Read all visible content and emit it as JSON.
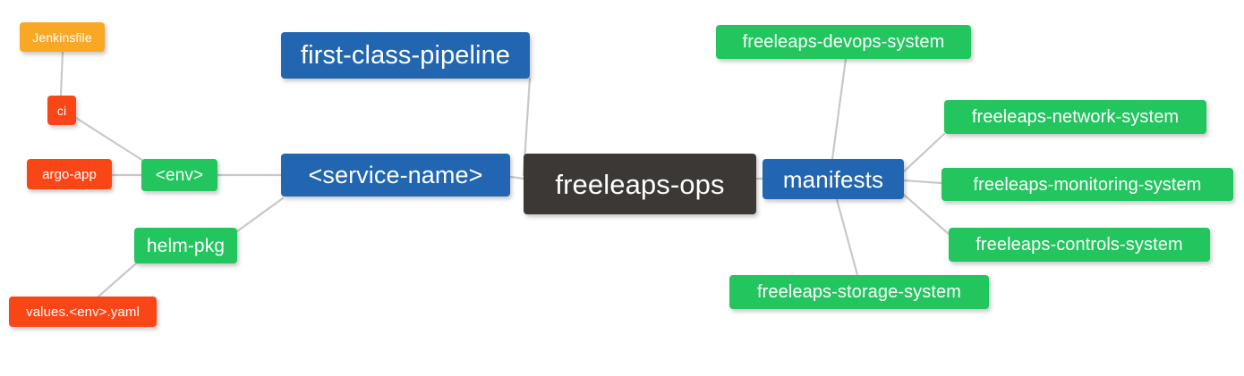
{
  "diagram": {
    "type": "mindmap",
    "title": "freeleaps-ops",
    "background": "#ffffff",
    "edge_color": "#c8c8c8",
    "palette": {
      "root": "#3C3835",
      "blue": "#2266B2",
      "green": "#22C55E",
      "red": "#FA4616",
      "orange": "#F9A825",
      "text": "#ffffff"
    }
  },
  "nodes": {
    "root": {
      "label": "freeleaps-ops",
      "color": "#3C3835"
    },
    "pipeline": {
      "label": "first-class-pipeline",
      "color": "#2266B2"
    },
    "service": {
      "label": "<service-name>",
      "color": "#2266B2"
    },
    "manifests": {
      "label": "manifests",
      "color": "#2266B2"
    },
    "env": {
      "label": "<env>",
      "color": "#22C55E"
    },
    "helm_pkg": {
      "label": "helm-pkg",
      "color": "#22C55E"
    },
    "ci": {
      "label": "ci",
      "color": "#FA4616"
    },
    "argo_app": {
      "label": "argo-app",
      "color": "#FA4616"
    },
    "values_yaml": {
      "label": "values.<env>.yaml",
      "color": "#FA4616"
    },
    "jenkinsfile": {
      "label": "Jenkinsfile",
      "color": "#F9A825"
    },
    "devops_system": {
      "label": "freeleaps-devops-system",
      "color": "#22C55E"
    },
    "network_system": {
      "label": "freeleaps-network-system",
      "color": "#22C55E"
    },
    "monitoring_system": {
      "label": "freeleaps-monitoring-system",
      "color": "#22C55E"
    },
    "controls_system": {
      "label": "freeleaps-controls-system",
      "color": "#22C55E"
    },
    "storage_system": {
      "label": "freeleaps-storage-system",
      "color": "#22C55E"
    }
  },
  "edges": [
    {
      "from": "root",
      "to": "pipeline"
    },
    {
      "from": "root",
      "to": "service"
    },
    {
      "from": "root",
      "to": "manifests"
    },
    {
      "from": "service",
      "to": "env"
    },
    {
      "from": "service",
      "to": "helm_pkg"
    },
    {
      "from": "env",
      "to": "ci"
    },
    {
      "from": "env",
      "to": "argo_app"
    },
    {
      "from": "ci",
      "to": "jenkinsfile"
    },
    {
      "from": "helm_pkg",
      "to": "values_yaml"
    },
    {
      "from": "manifests",
      "to": "devops_system"
    },
    {
      "from": "manifests",
      "to": "network_system"
    },
    {
      "from": "manifests",
      "to": "monitoring_system"
    },
    {
      "from": "manifests",
      "to": "controls_system"
    },
    {
      "from": "manifests",
      "to": "storage_system"
    }
  ]
}
